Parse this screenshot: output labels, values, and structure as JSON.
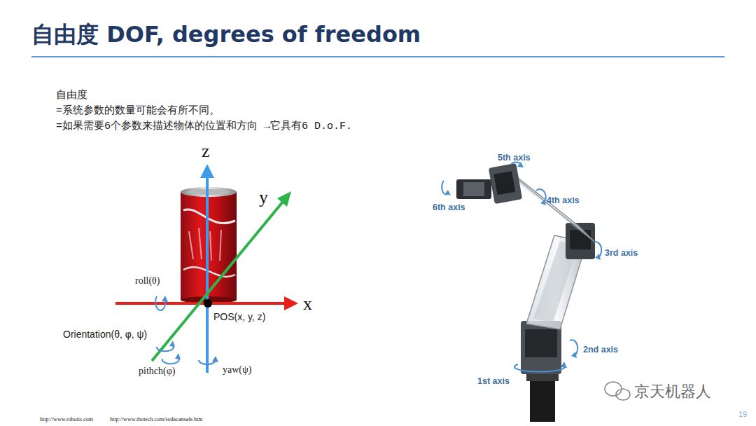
{
  "diagram": {
    "title": "自由度 DOF, degrees of freedom",
    "labels": [
      "自由度",
      "=系统参数的数量可能会有所不同。",
      "=如果需要6个参数来描述物体的位置和方向 →它具有6 D.o.F.",
      "z",
      "y",
      "x",
      "roll(θ)",
      "POS(x, y, z)",
      "Orientation(θ, φ, ψ)",
      "pithch(φ)",
      "yaw(ψ)",
      "5th axis",
      "6th axis",
      "4th axis",
      "3rd axis",
      "2nd axis",
      "1st axis",
      "http://www.robotis.com",
      "http://www.tbotech.com/sodacansafe.htm",
      "19",
      "京天机器人"
    ]
  }
}
